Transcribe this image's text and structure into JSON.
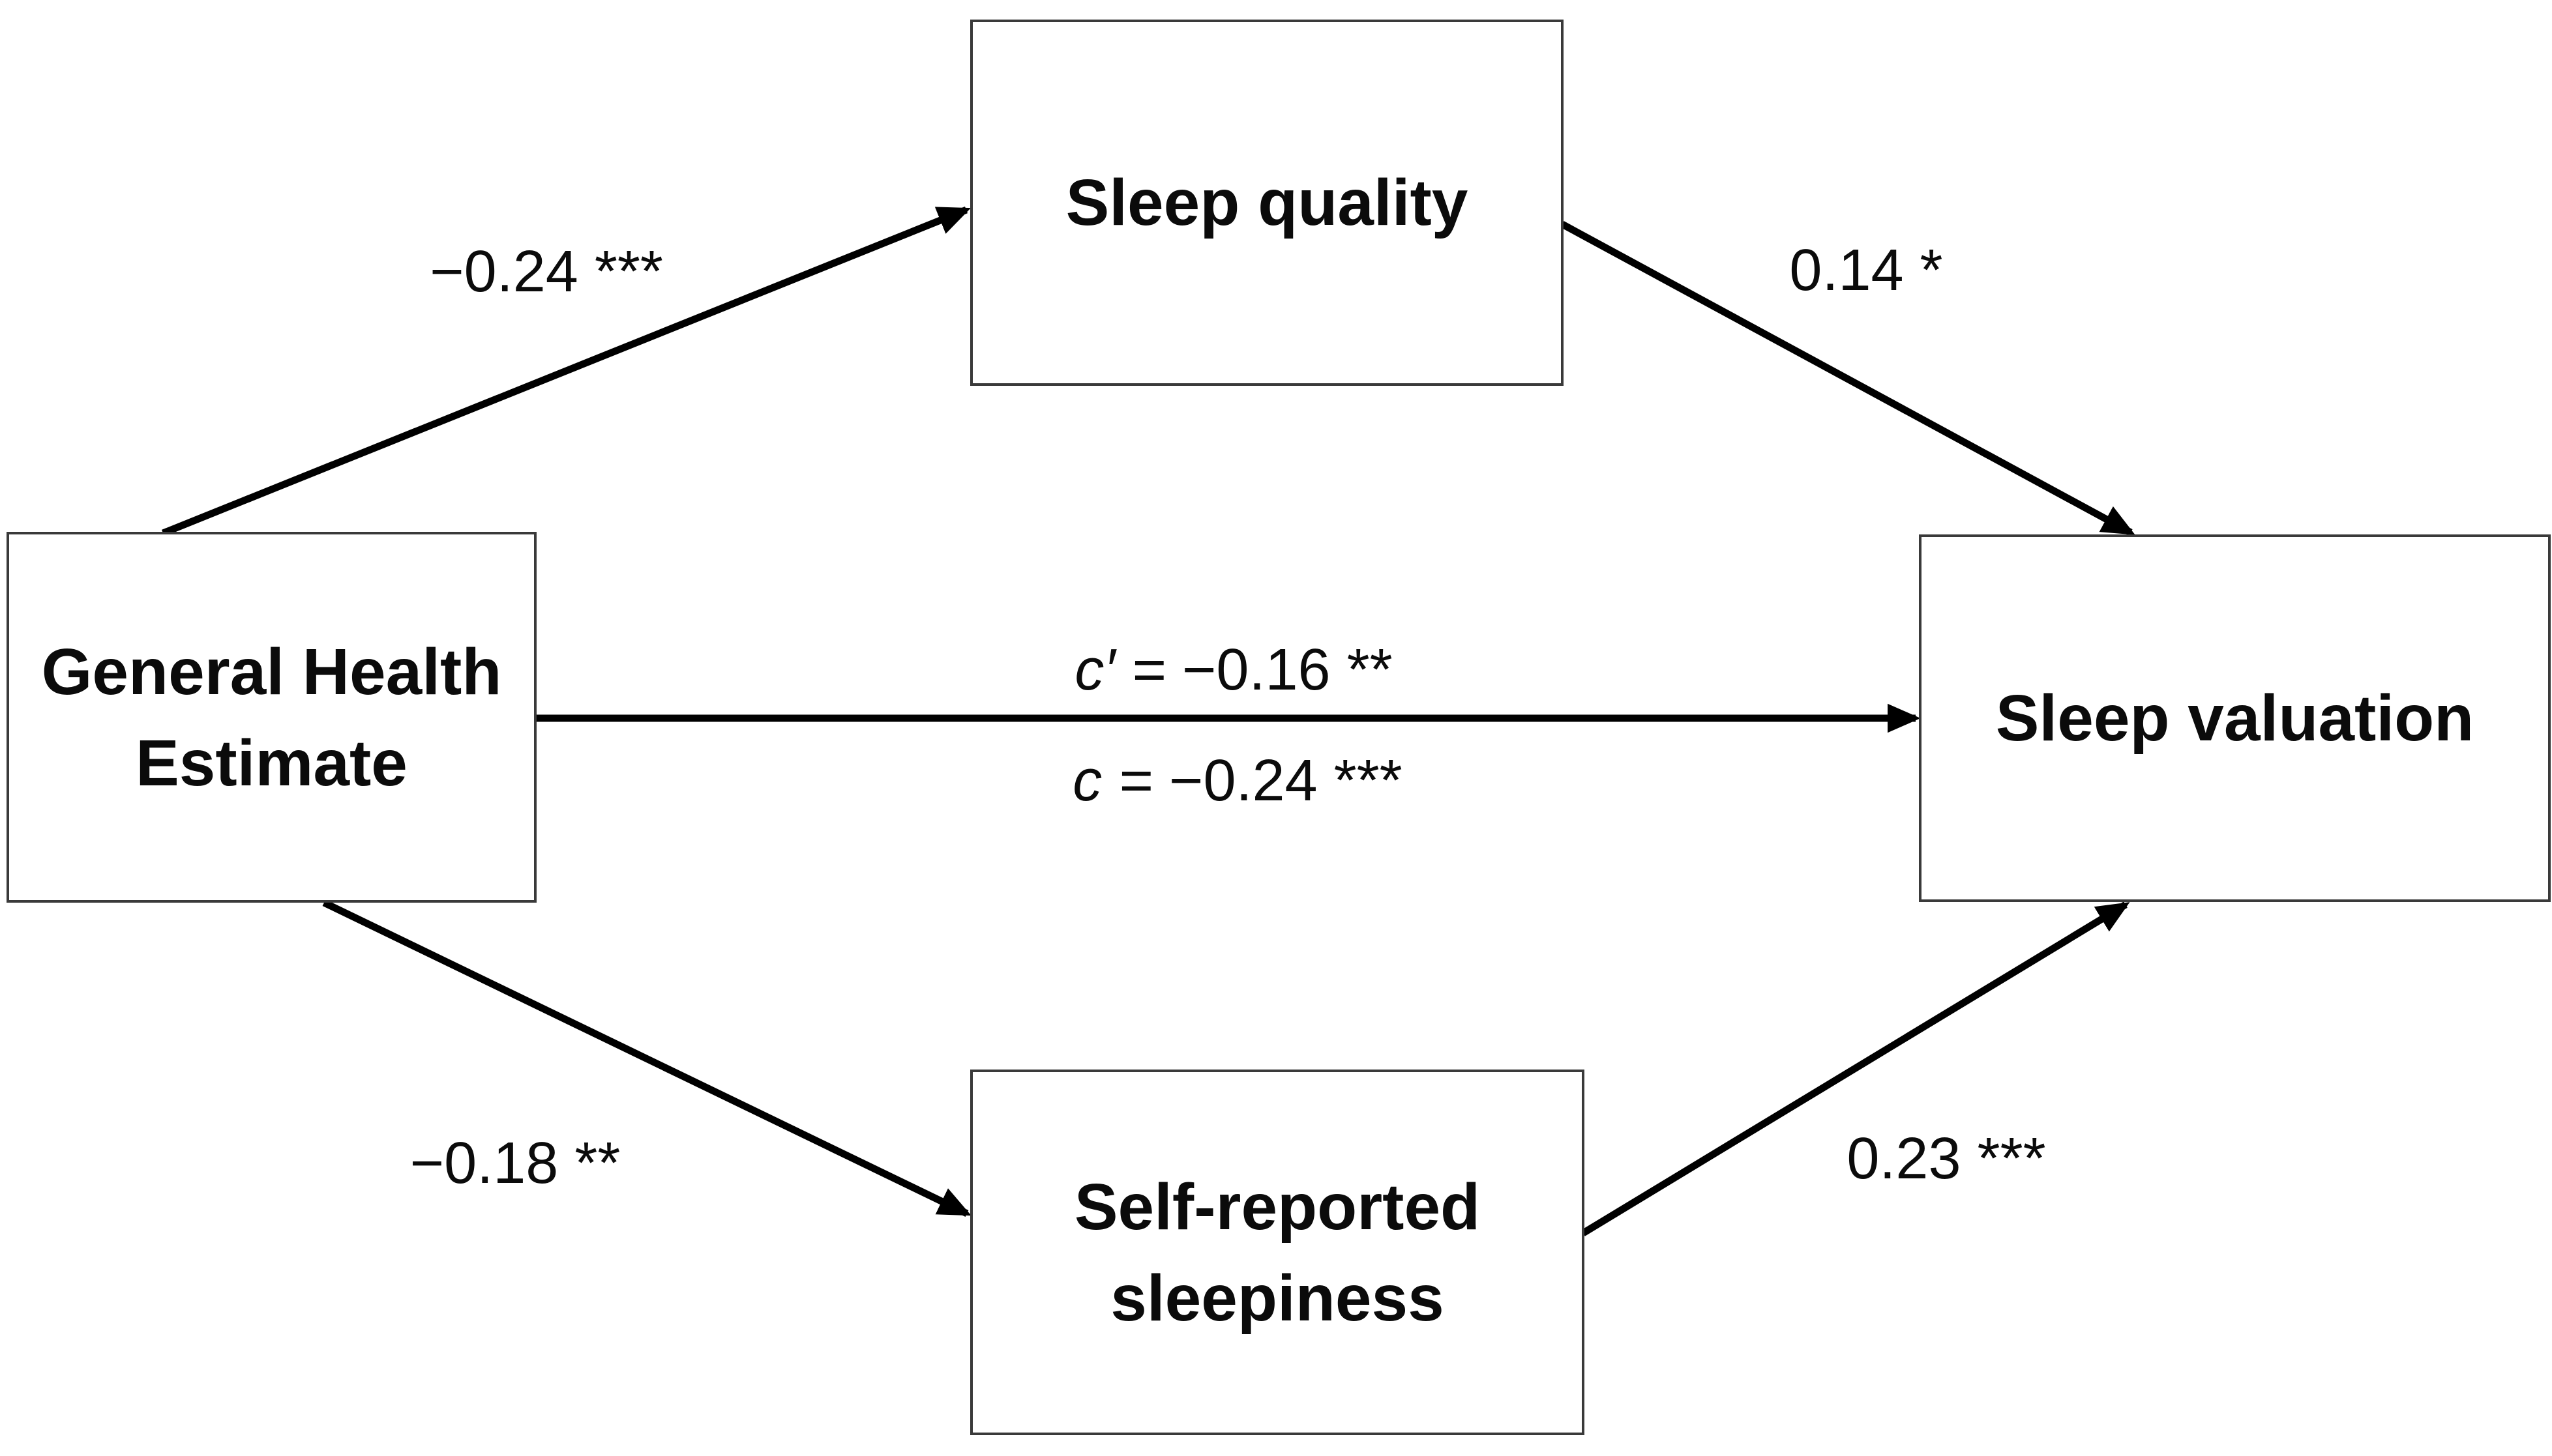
{
  "figure": {
    "type": "mediation-path-diagram",
    "background": "#ffffff",
    "box_border_color": "#3a3a3a",
    "arrow_color": "#000000",
    "text_color": "#0b0b0b"
  },
  "boxes": {
    "predictor": {
      "label": "General Health\nEstimate"
    },
    "mediator_top": {
      "label": "Sleep quality"
    },
    "mediator_bottom": {
      "label": "Self-reported\nsleepiness"
    },
    "outcome": {
      "label": "Sleep valuation"
    }
  },
  "paths": {
    "predictor_to_mediator_top": {
      "label": "−0.24 ***"
    },
    "mediator_top_to_outcome": {
      "label": "0.14 *"
    },
    "predictor_to_mediator_bottom": {
      "label": "−0.18 **"
    },
    "mediator_bottom_to_outcome": {
      "label": "0.23 ***"
    },
    "direct_effect": {
      "var": "c′ =",
      "value": " −0.16 **"
    },
    "total_effect": {
      "var": "c =",
      "value": " −0.24 ***"
    }
  },
  "edges": [
    {
      "from": "General Health Estimate",
      "to": "Sleep quality",
      "coefficient": -0.24,
      "significance": "***"
    },
    {
      "from": "Sleep quality",
      "to": "Sleep valuation",
      "coefficient": 0.14,
      "significance": "*"
    },
    {
      "from": "General Health Estimate",
      "to": "Self-reported sleepiness",
      "coefficient": -0.18,
      "significance": "**"
    },
    {
      "from": "Self-reported sleepiness",
      "to": "Sleep valuation",
      "coefficient": 0.23,
      "significance": "***"
    },
    {
      "from": "General Health Estimate",
      "to": "Sleep valuation",
      "path": "c′ (direct effect)",
      "coefficient": -0.16,
      "significance": "**"
    },
    {
      "from": "General Health Estimate",
      "to": "Sleep valuation",
      "path": "c (total effect)",
      "coefficient": -0.24,
      "significance": "***"
    }
  ]
}
